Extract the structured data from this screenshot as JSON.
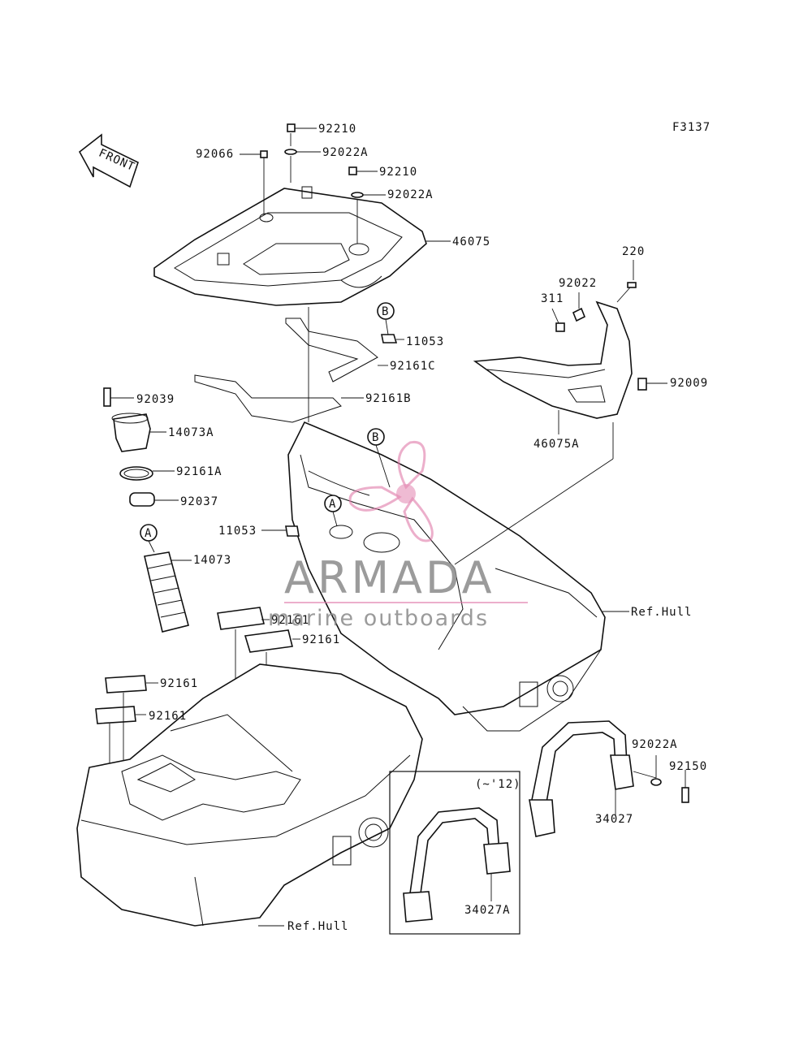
{
  "diagram": {
    "code": "F3137",
    "front_label": "FRONT",
    "callouts": {
      "a": "A",
      "b": "B"
    },
    "parts": [
      {
        "id": "p-92210-1",
        "label": "92210"
      },
      {
        "id": "p-92066",
        "label": "92066"
      },
      {
        "id": "p-92022A-1",
        "label": "92022A"
      },
      {
        "id": "p-92210-2",
        "label": "92210"
      },
      {
        "id": "p-92022A-2",
        "label": "92022A"
      },
      {
        "id": "p-46075",
        "label": "46075"
      },
      {
        "id": "p-220",
        "label": "220"
      },
      {
        "id": "p-92022",
        "label": "92022"
      },
      {
        "id": "p-311",
        "label": "311"
      },
      {
        "id": "p-11053-1",
        "label": "11053"
      },
      {
        "id": "p-92161C",
        "label": "92161C"
      },
      {
        "id": "p-92009",
        "label": "92009"
      },
      {
        "id": "p-92039",
        "label": "92039"
      },
      {
        "id": "p-92161B",
        "label": "92161B"
      },
      {
        "id": "p-14073A",
        "label": "14073A"
      },
      {
        "id": "p-46075A",
        "label": "46075A"
      },
      {
        "id": "p-92161A",
        "label": "92161A"
      },
      {
        "id": "p-92037",
        "label": "92037"
      },
      {
        "id": "p-11053-2",
        "label": "11053"
      },
      {
        "id": "p-14073",
        "label": "14073"
      },
      {
        "id": "p-refhull-1",
        "label": "Ref.Hull"
      },
      {
        "id": "p-92161-1",
        "label": "92161"
      },
      {
        "id": "p-92161-2",
        "label": "92161"
      },
      {
        "id": "p-92161-3",
        "label": "92161"
      },
      {
        "id": "p-92161-4",
        "label": "92161"
      },
      {
        "id": "p-92022A-3",
        "label": "92022A"
      },
      {
        "id": "p-92150",
        "label": "92150"
      },
      {
        "id": "p-34027",
        "label": "34027"
      },
      {
        "id": "p-variant",
        "label": "(~'12)"
      },
      {
        "id": "p-34027A",
        "label": "34027A"
      },
      {
        "id": "p-refhull-2",
        "label": "Ref.Hull"
      }
    ]
  },
  "watermark": {
    "brand": "ARMADA",
    "tagline": "marine outboards",
    "accent_color": "#e07aa8"
  }
}
